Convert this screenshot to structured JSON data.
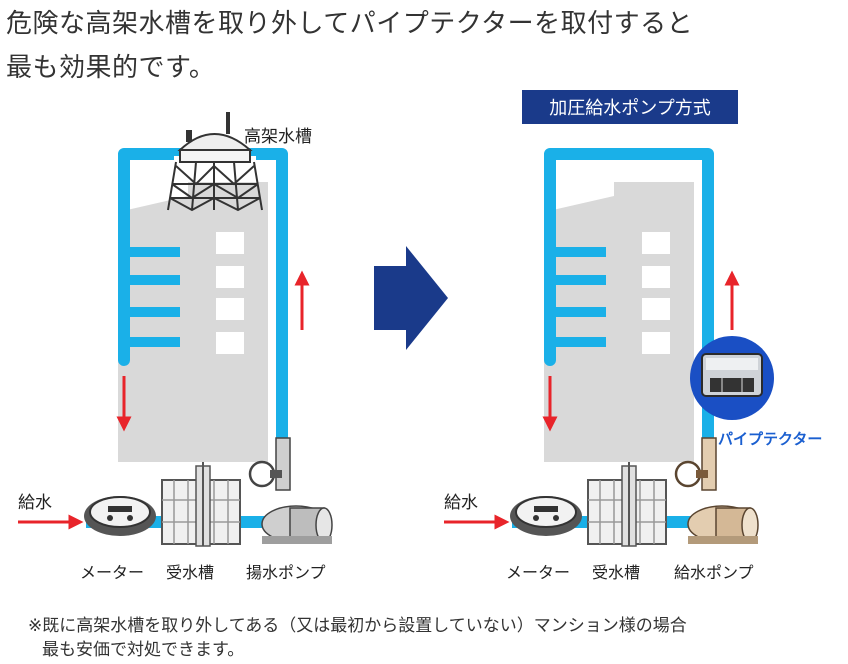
{
  "headline": {
    "line1": "危険な高架水槽を取り外してパイプテクターを取付すると",
    "line2": "最も効果的です。"
  },
  "left_diagram": {
    "tank_label": "高架水槽",
    "inlet_label": "給水",
    "meter_label": "メーター",
    "receiving_tank_label": "受水槽",
    "pump_label": "揚水ポンプ"
  },
  "right_diagram": {
    "banner": "加圧給水ポンプ方式",
    "inlet_label": "給水",
    "meter_label": "メーター",
    "receiving_tank_label": "受水槽",
    "pump_label": "給水ポンプ",
    "device_label": "パイプテクター"
  },
  "footnote": {
    "line1": "※既に高架水槽を取り外してある（又は最初から設置していない）マンション様の場合",
    "line2": "最も安価で対処できます。"
  },
  "colors": {
    "pipe": "#1ab0e8",
    "arrow": "#e8242a",
    "building": "#d9d9d9",
    "navy": "#1a3a8a",
    "device_label": "#1a5fd0"
  }
}
